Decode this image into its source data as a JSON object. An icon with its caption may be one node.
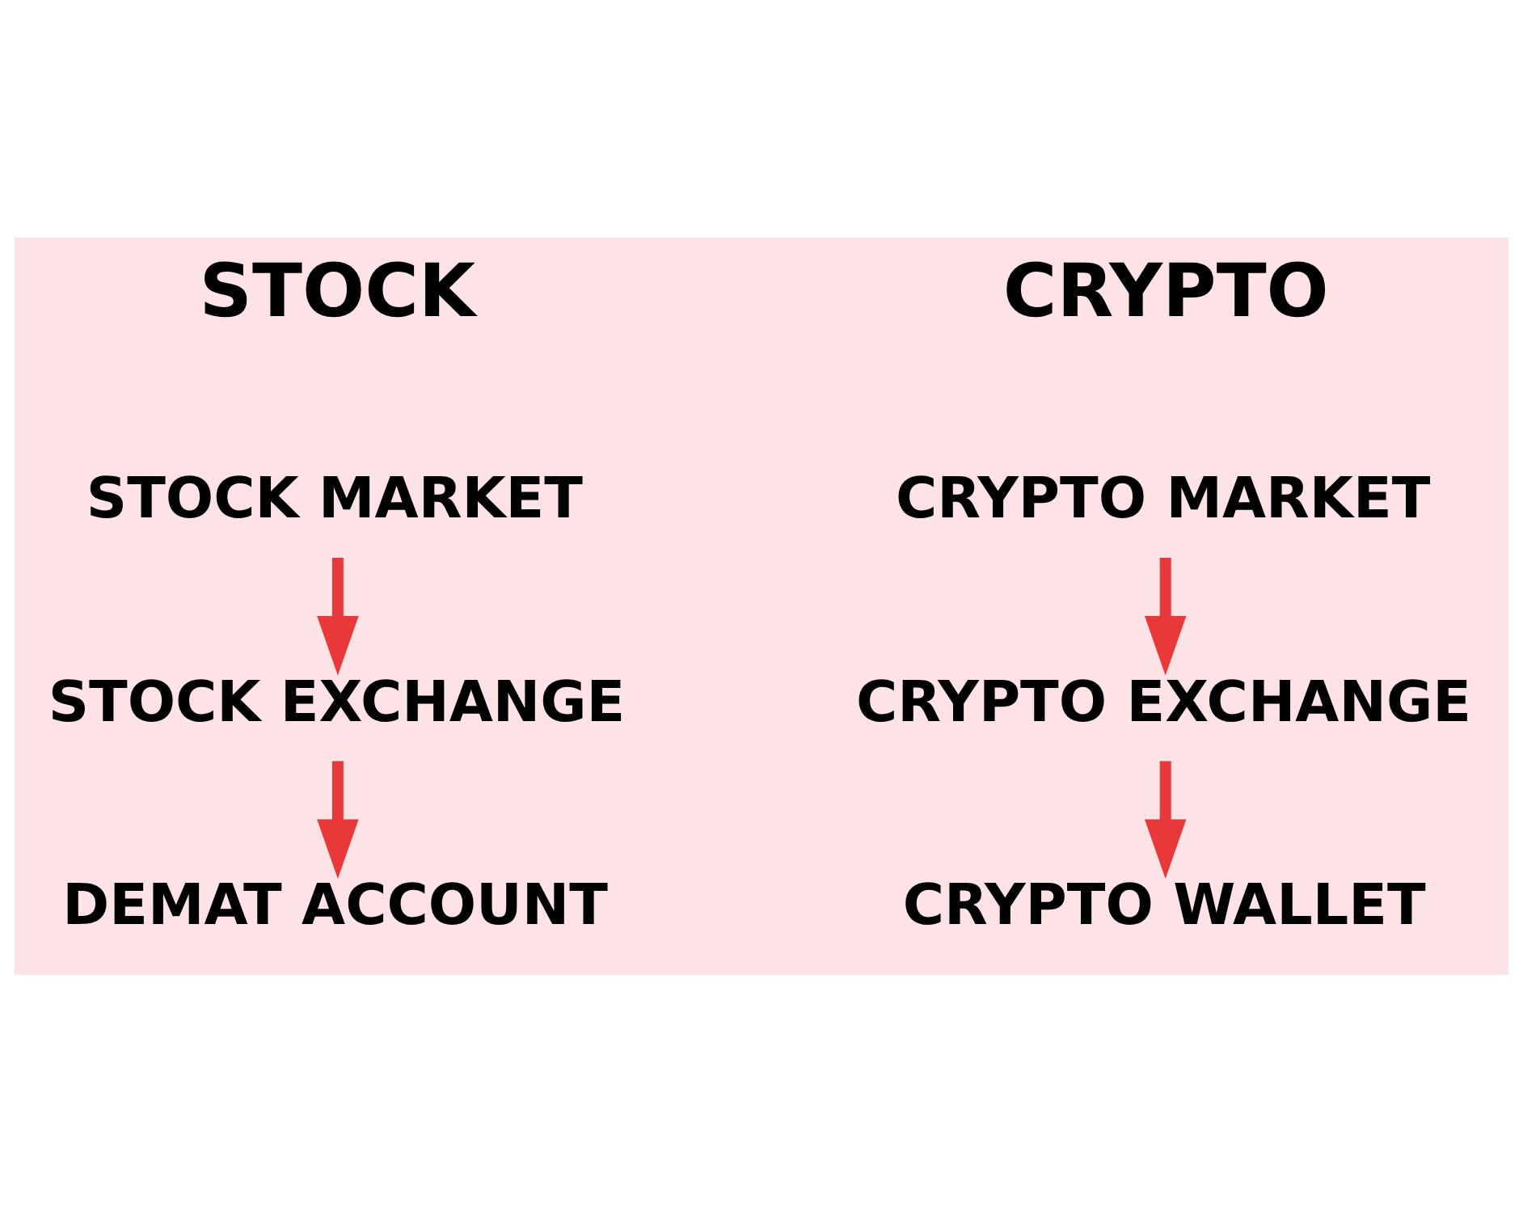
{
  "diagram": {
    "nodes": [
      {
        "text": [
          "STOCK MARKET"
        ]
      },
      {
        "text": [
          "STOCK EXCHANGE"
        ]
      },
      {
        "text": [
          "DEMAT ACCOUNT"
        ]
      },
      {
        "text": [
          "CRYPTO MARKET"
        ]
      },
      {
        "text": [
          "CRYPTO EXCHANGE"
        ]
      },
      {
        "text": [
          "CRYPTO WALLET"
        ]
      }
    ],
    "edges": [
      {
        "from": 0,
        "to": 1,
        "arrow": "to"
      },
      {
        "from": 1,
        "to": 2,
        "arrow": "to"
      },
      {
        "from": 3,
        "to": 4,
        "arrow": "to"
      },
      {
        "from": 4,
        "to": 5,
        "arrow": "to"
      }
    ],
    "labels": [
      "STOCK",
      "CRYPTO"
    ]
  }
}
